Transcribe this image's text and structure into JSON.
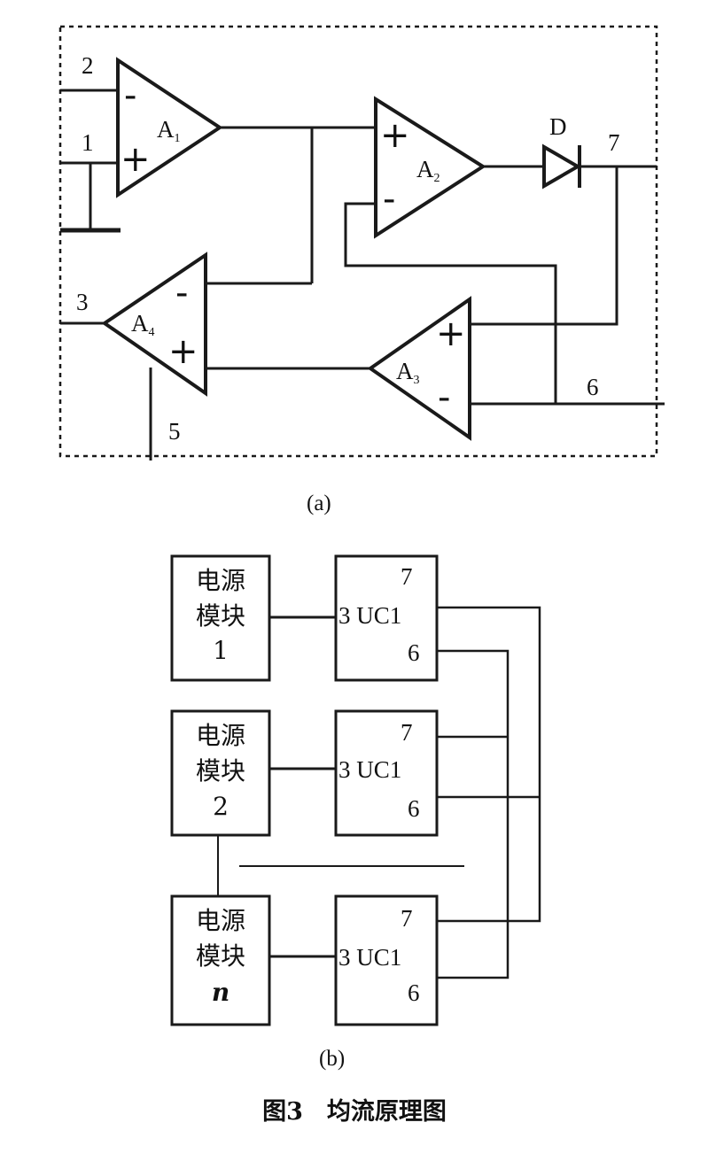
{
  "colors": {
    "ink": "#1a1a1a",
    "background": "#ffffff"
  },
  "panel_a": {
    "label": "(a)",
    "pins": {
      "p1": "1",
      "p2": "2",
      "p3": "3",
      "p5": "5",
      "p6": "6",
      "p7": "7"
    },
    "diode": "D",
    "opamps": [
      {
        "name": "A",
        "sub": "1"
      },
      {
        "name": "A",
        "sub": "2"
      },
      {
        "name": "A",
        "sub": "3"
      },
      {
        "name": "A",
        "sub": "4"
      }
    ],
    "plus": "+",
    "minus": "-"
  },
  "panel_b": {
    "label": "(b)",
    "rows": [
      {
        "module_line1": "电源",
        "module_line2": "模块",
        "module_line3": "1",
        "chip": "3 UC1",
        "pin_top": "7",
        "pin_bottom": "6"
      },
      {
        "module_line1": "电源",
        "module_line2": "模块",
        "module_line3": "2",
        "chip": "3 UC1",
        "pin_top": "7",
        "pin_bottom": "6"
      },
      {
        "module_line1": "电源",
        "module_line2": "模块",
        "module_line3": "n",
        "chip": "3 UC1",
        "pin_top": "7",
        "pin_bottom": "6"
      }
    ]
  },
  "caption": "图3　均流原理图"
}
